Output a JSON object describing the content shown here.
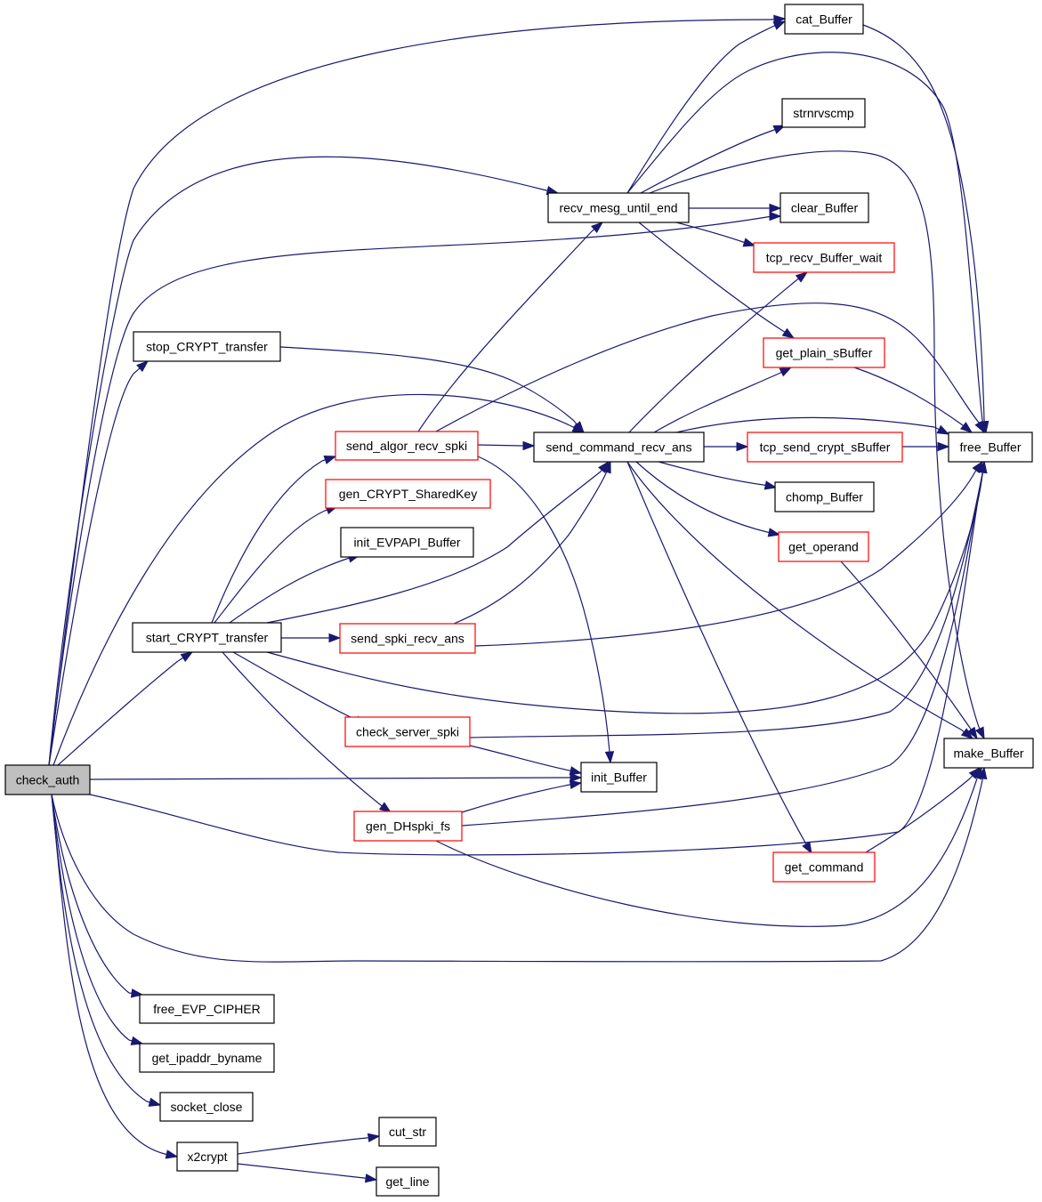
{
  "graph": {
    "colors": {
      "edge": "#191970",
      "black_border": "#000000",
      "red_border": "#ff0000",
      "root_fill": "#bfbfbf",
      "node_fill": "#ffffff"
    },
    "nodes": [
      {
        "id": "check_auth",
        "label": "check_auth",
        "border": "black",
        "root": true
      },
      {
        "id": "cat_Buffer",
        "label": "cat_Buffer",
        "border": "black"
      },
      {
        "id": "strnrvscmp",
        "label": "strnrvscmp",
        "border": "black"
      },
      {
        "id": "recv_mesg_until_end",
        "label": "recv_mesg_until_end",
        "border": "black"
      },
      {
        "id": "clear_Buffer",
        "label": "clear_Buffer",
        "border": "black"
      },
      {
        "id": "tcp_recv_Buffer_wait",
        "label": "tcp_recv_Buffer_wait",
        "border": "red"
      },
      {
        "id": "stop_CRYPT_transfer",
        "label": "stop_CRYPT_transfer",
        "border": "black"
      },
      {
        "id": "get_plain_sBuffer",
        "label": "get_plain_sBuffer",
        "border": "red"
      },
      {
        "id": "send_algor_recv_spki",
        "label": "send_algor_recv_spki",
        "border": "red"
      },
      {
        "id": "send_command_recv_ans",
        "label": "send_command_recv_ans",
        "border": "black"
      },
      {
        "id": "tcp_send_crypt_sBuffer",
        "label": "tcp_send_crypt_sBuffer",
        "border": "red"
      },
      {
        "id": "free_Buffer",
        "label": "free_Buffer",
        "border": "black"
      },
      {
        "id": "gen_CRYPT_SharedKey",
        "label": "gen_CRYPT_SharedKey",
        "border": "red"
      },
      {
        "id": "chomp_Buffer",
        "label": "chomp_Buffer",
        "border": "black"
      },
      {
        "id": "init_EVPAPI_Buffer",
        "label": "init_EVPAPI_Buffer",
        "border": "black"
      },
      {
        "id": "get_operand",
        "label": "get_operand",
        "border": "red"
      },
      {
        "id": "start_CRYPT_transfer",
        "label": "start_CRYPT_transfer",
        "border": "black"
      },
      {
        "id": "send_spki_recv_ans",
        "label": "send_spki_recv_ans",
        "border": "red"
      },
      {
        "id": "check_server_spki",
        "label": "check_server_spki",
        "border": "red"
      },
      {
        "id": "make_Buffer",
        "label": "make_Buffer",
        "border": "black"
      },
      {
        "id": "init_Buffer",
        "label": "init_Buffer",
        "border": "black"
      },
      {
        "id": "gen_DHspki_fs",
        "label": "gen_DHspki_fs",
        "border": "red"
      },
      {
        "id": "get_command",
        "label": "get_command",
        "border": "red"
      },
      {
        "id": "free_EVP_CIPHER",
        "label": "free_EVP_CIPHER",
        "border": "black"
      },
      {
        "id": "get_ipaddr_byname",
        "label": "get_ipaddr_byname",
        "border": "black"
      },
      {
        "id": "socket_close",
        "label": "socket_close",
        "border": "black"
      },
      {
        "id": "x2crypt",
        "label": "x2crypt",
        "border": "black"
      },
      {
        "id": "cut_str",
        "label": "cut_str",
        "border": "black"
      },
      {
        "id": "get_line",
        "label": "get_line",
        "border": "black"
      }
    ],
    "edges": [
      {
        "from": "check_auth",
        "to": "cat_Buffer"
      },
      {
        "from": "check_auth",
        "to": "recv_mesg_until_end"
      },
      {
        "from": "check_auth",
        "to": "clear_Buffer"
      },
      {
        "from": "check_auth",
        "to": "stop_CRYPT_transfer"
      },
      {
        "from": "check_auth",
        "to": "send_command_recv_ans"
      },
      {
        "from": "check_auth",
        "to": "start_CRYPT_transfer"
      },
      {
        "from": "check_auth",
        "to": "init_Buffer"
      },
      {
        "from": "check_auth",
        "to": "free_Buffer"
      },
      {
        "from": "check_auth",
        "to": "make_Buffer"
      },
      {
        "from": "check_auth",
        "to": "free_EVP_CIPHER"
      },
      {
        "from": "check_auth",
        "to": "get_ipaddr_byname"
      },
      {
        "from": "check_auth",
        "to": "socket_close"
      },
      {
        "from": "check_auth",
        "to": "x2crypt"
      },
      {
        "from": "recv_mesg_until_end",
        "to": "cat_Buffer"
      },
      {
        "from": "recv_mesg_until_end",
        "to": "free_Buffer"
      },
      {
        "from": "recv_mesg_until_end",
        "to": "strnrvscmp"
      },
      {
        "from": "recv_mesg_until_end",
        "to": "make_Buffer"
      },
      {
        "from": "recv_mesg_until_end",
        "to": "clear_Buffer"
      },
      {
        "from": "recv_mesg_until_end",
        "to": "tcp_recv_Buffer_wait"
      },
      {
        "from": "recv_mesg_until_end",
        "to": "get_plain_sBuffer"
      },
      {
        "from": "cat_Buffer",
        "to": "free_Buffer"
      },
      {
        "from": "stop_CRYPT_transfer",
        "to": "send_command_recv_ans"
      },
      {
        "from": "send_algor_recv_spki",
        "to": "recv_mesg_until_end"
      },
      {
        "from": "send_algor_recv_spki",
        "to": "free_Buffer"
      },
      {
        "from": "send_algor_recv_spki",
        "to": "send_command_recv_ans"
      },
      {
        "from": "send_algor_recv_spki",
        "to": "init_Buffer"
      },
      {
        "from": "send_command_recv_ans",
        "to": "tcp_recv_Buffer_wait"
      },
      {
        "from": "send_command_recv_ans",
        "to": "get_plain_sBuffer"
      },
      {
        "from": "send_command_recv_ans",
        "to": "free_Buffer"
      },
      {
        "from": "send_command_recv_ans",
        "to": "tcp_send_crypt_sBuffer"
      },
      {
        "from": "send_command_recv_ans",
        "to": "chomp_Buffer"
      },
      {
        "from": "send_command_recv_ans",
        "to": "get_operand"
      },
      {
        "from": "send_command_recv_ans",
        "to": "make_Buffer"
      },
      {
        "from": "send_command_recv_ans",
        "to": "get_command"
      },
      {
        "from": "get_plain_sBuffer",
        "to": "free_Buffer"
      },
      {
        "from": "tcp_send_crypt_sBuffer",
        "to": "free_Buffer"
      },
      {
        "from": "get_operand",
        "to": "make_Buffer"
      },
      {
        "from": "get_command",
        "to": "make_Buffer"
      },
      {
        "from": "start_CRYPT_transfer",
        "to": "send_algor_recv_spki"
      },
      {
        "from": "start_CRYPT_transfer",
        "to": "gen_CRYPT_SharedKey"
      },
      {
        "from": "start_CRYPT_transfer",
        "to": "init_EVPAPI_Buffer"
      },
      {
        "from": "start_CRYPT_transfer",
        "to": "send_command_recv_ans"
      },
      {
        "from": "start_CRYPT_transfer",
        "to": "send_spki_recv_ans"
      },
      {
        "from": "start_CRYPT_transfer",
        "to": "free_Buffer"
      },
      {
        "from": "start_CRYPT_transfer",
        "to": "check_server_spki"
      },
      {
        "from": "start_CRYPT_transfer",
        "to": "gen_DHspki_fs"
      },
      {
        "from": "send_spki_recv_ans",
        "to": "send_command_recv_ans"
      },
      {
        "from": "send_spki_recv_ans",
        "to": "free_Buffer"
      },
      {
        "from": "check_server_spki",
        "to": "free_Buffer"
      },
      {
        "from": "check_server_spki",
        "to": "init_Buffer"
      },
      {
        "from": "gen_DHspki_fs",
        "to": "init_Buffer"
      },
      {
        "from": "gen_DHspki_fs",
        "to": "free_Buffer"
      },
      {
        "from": "gen_DHspki_fs",
        "to": "make_Buffer"
      },
      {
        "from": "x2crypt",
        "to": "cut_str"
      },
      {
        "from": "x2crypt",
        "to": "get_line"
      }
    ]
  }
}
